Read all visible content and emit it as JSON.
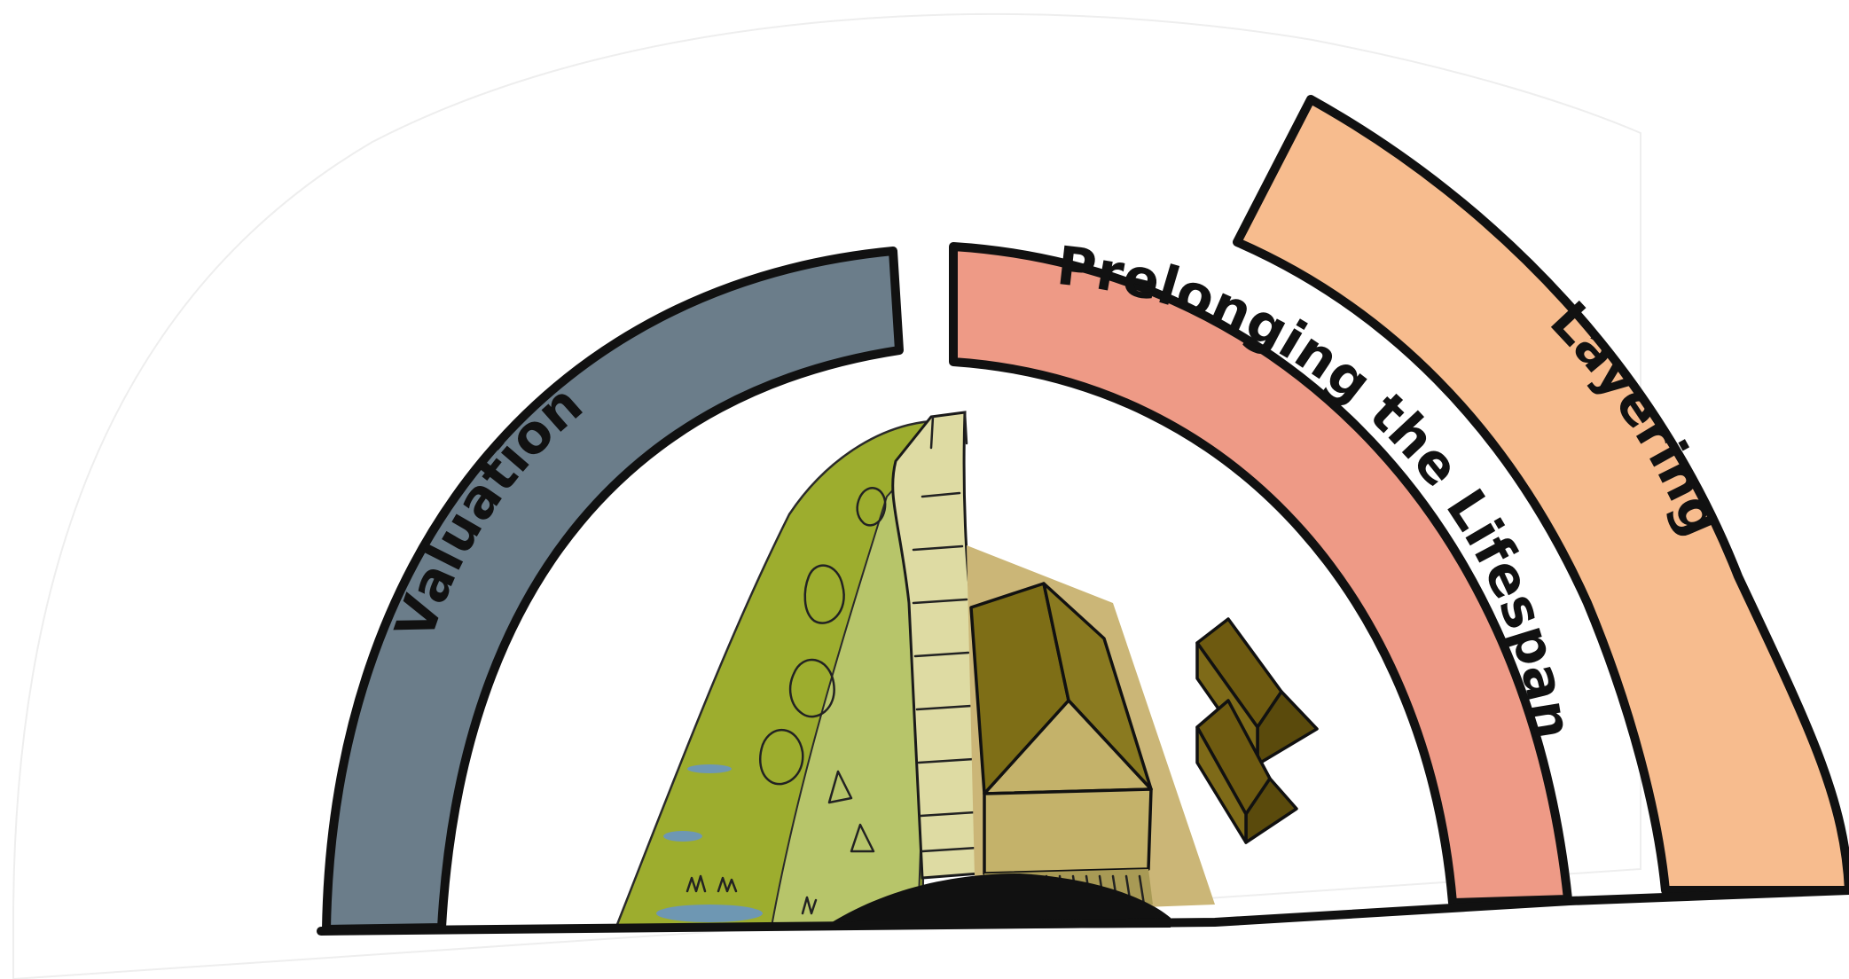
{
  "bands": {
    "valuation": {
      "label": "Valuation",
      "color": "#6B7D8A"
    },
    "prolonging": {
      "label": "Prelonging the Lifespan",
      "color": "#EE9A86"
    },
    "layering": {
      "label": "Layering",
      "color": "#F7BC8E"
    }
  },
  "illustration": {
    "subject": "hillside with stone wall and wooden barn",
    "colors": {
      "hill": "#9DAD2E",
      "hill_light": "#B7C56A",
      "wall": "#DEDBA3",
      "barn_roof": "#7E6E16",
      "barn_wall": "#C4B26A",
      "barn_ground": "#CBB677",
      "blocks": "#6E5A10",
      "soil": "#111111",
      "water": "#6E97B3"
    }
  }
}
